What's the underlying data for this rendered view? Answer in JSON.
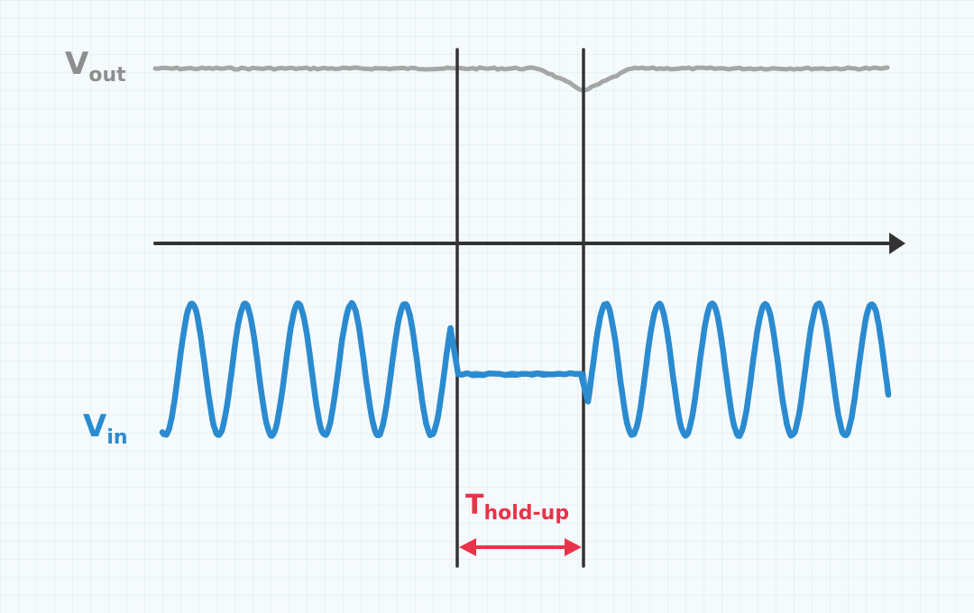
{
  "labels": {
    "vout_main": "V",
    "vout_sub": "out",
    "vin_main": "V",
    "vin_sub": "in",
    "hold_main": "T",
    "hold_sub": "hold-up"
  },
  "colors": {
    "vout": "#a6a6a6",
    "vin": "#2b8bd0",
    "axis": "#333333",
    "hold": "#e8344a",
    "grid": "#dbe9f0"
  },
  "signals": {
    "vin_cycles_before": 5,
    "vin_cycles_after": 5,
    "vout_dip_present": true
  }
}
